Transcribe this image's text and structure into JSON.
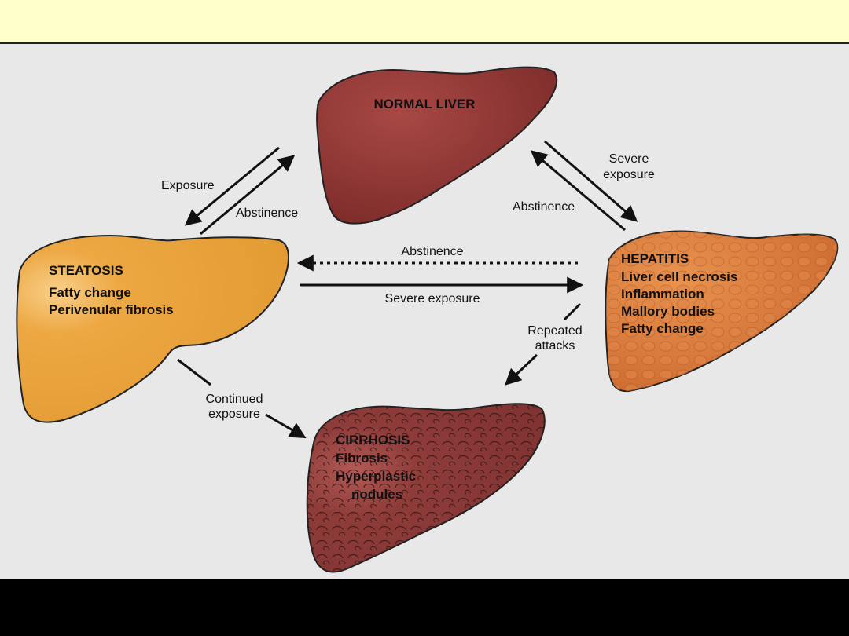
{
  "header": {
    "title": ""
  },
  "diagram": {
    "normal_liver": {
      "title": "NORMAL LIVER"
    },
    "steatosis": {
      "title": "STEATOSIS",
      "lines": [
        "Fatty change",
        "Perivenular fibrosis"
      ]
    },
    "hepatitis": {
      "title": "HEPATITIS",
      "lines": [
        "Liver cell necrosis",
        "Inflammation",
        "Mallory bodies",
        "Fatty change"
      ]
    },
    "cirrhosis": {
      "title": "CIRRHOSIS",
      "lines": [
        "Fibrosis",
        "Hyperplastic",
        "nodules"
      ]
    },
    "arrows": {
      "steatosis_to_normal_exposure": "Exposure",
      "steatosis_to_normal_abstinence": "Abstinence",
      "normal_to_hepatitis_severe": [
        "Severe",
        "exposure"
      ],
      "hepatitis_to_normal_abstinence": "Abstinence",
      "hepatitis_to_steatosis_abstinence": "Abstinence",
      "steatosis_to_hepatitis_severe": "Severe exposure",
      "hepatitis_to_cirrhosis": [
        "Repeated",
        "attacks"
      ],
      "steatosis_to_cirrhosis": [
        "Continued",
        "exposure"
      ]
    },
    "colors": {
      "normal_liver": "#8a3230",
      "steatosis": "#e8a03a",
      "hepatitis": "#d9793a",
      "cirrhosis": "#8a3a38",
      "background": "#e8e8e8",
      "title_bar": "#ffffcc"
    }
  }
}
